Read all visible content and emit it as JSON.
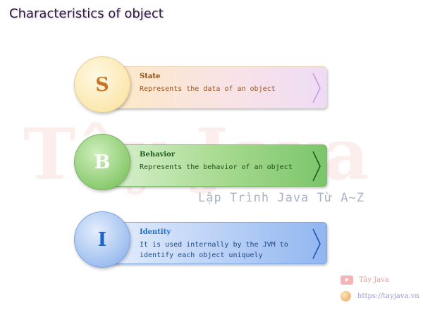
{
  "title": "Characteristics of object",
  "watermark": "Tây Java",
  "tagline": "Lập Trình Java Từ A~Z",
  "items": [
    {
      "letter": "S",
      "heading": "State",
      "description": "Represents the data of an object",
      "color": "#fbe6ac"
    },
    {
      "letter": "B",
      "heading": "Behavior",
      "description": "Represents the behavior of an object",
      "color": "#88c96c"
    },
    {
      "letter": "I",
      "heading": "Identity",
      "description": "It is used internally by the JVM to identify each object uniquely",
      "color": "#9bbcef"
    }
  ],
  "footer": {
    "channel": "Tây Java",
    "website": "https://tayjava.vn",
    "channel_icon": "youtube-icon",
    "website_icon": "globe-icon"
  }
}
